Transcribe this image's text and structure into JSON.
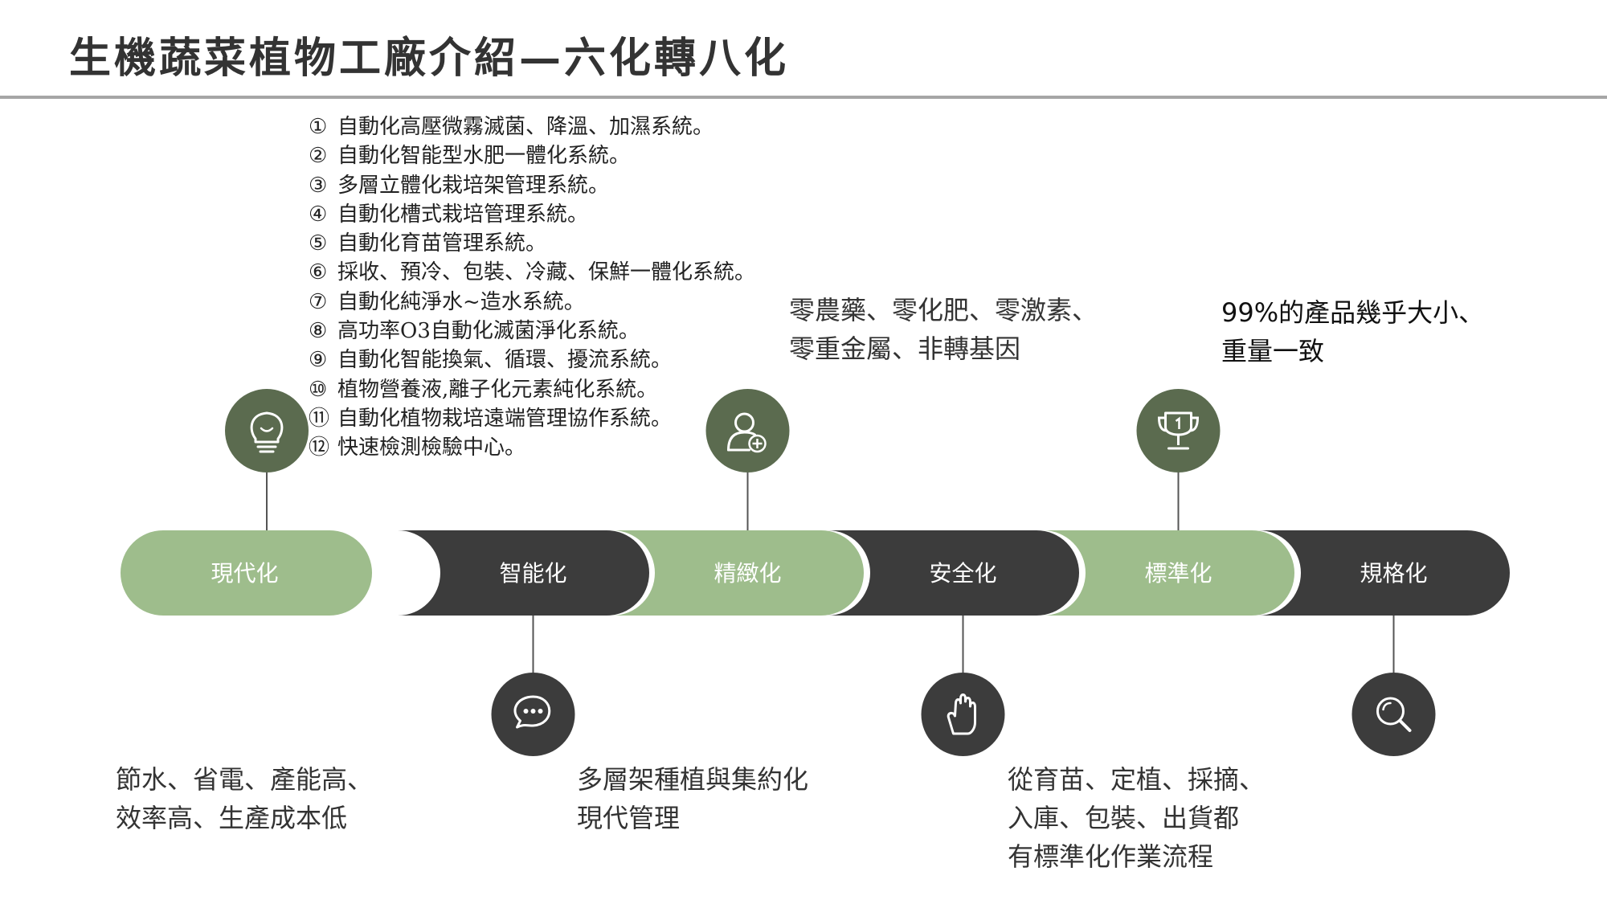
{
  "title": "生機蔬菜植物工廠介紹—六化轉八化",
  "features": [
    {
      "num": "①",
      "text": "自動化高壓微霧滅菌、降溫、加濕系統。"
    },
    {
      "num": "②",
      "text": "自動化智能型水肥一體化系統。"
    },
    {
      "num": "③",
      "text": "多層立體化栽培架管理系統。"
    },
    {
      "num": "④",
      "text": "自動化槽式栽培管理系統。"
    },
    {
      "num": "⑤",
      "text": "自動化育苗管理系統。"
    },
    {
      "num": "⑥",
      "text": "採收、預冷、包裝、冷藏、保鮮一體化系統。"
    },
    {
      "num": "⑦",
      "text": "自動化純淨水~造水系統。"
    },
    {
      "num": "⑧",
      "text": "高功率O3自動化滅菌淨化系統。"
    },
    {
      "num": "⑨",
      "text": "自動化智能換氣、循環、擾流系統。"
    },
    {
      "num": "⑩",
      "text": "植物營養液,離子化元素純化系統。"
    },
    {
      "num": "⑪",
      "text": "自動化植物栽培遠端管理協作系統。"
    },
    {
      "num": "⑫",
      "text": "快速檢測檢驗中心。"
    }
  ],
  "segments": [
    {
      "label": "現代化",
      "color": "#9ebd8c",
      "icon": "lightbulb-icon",
      "icon_side": "top"
    },
    {
      "label": "智能化",
      "color": "#3c3c3c",
      "icon": "chat-bubble-icon",
      "icon_side": "bottom"
    },
    {
      "label": "精緻化",
      "color": "#9ebd8c",
      "icon": "user-add-icon",
      "icon_side": "top"
    },
    {
      "label": "安全化",
      "color": "#3c3c3c",
      "icon": "raised-hand-icon",
      "icon_side": "bottom"
    },
    {
      "label": "標準化",
      "color": "#9ebd8c",
      "icon": "trophy-icon",
      "icon_side": "top"
    },
    {
      "label": "規格化",
      "color": "#3c3c3c",
      "icon": "search-icon",
      "icon_side": "bottom"
    }
  ],
  "colors": {
    "icon_circle": "#5b6b4f",
    "icon_circle_dark": "#3c3c3c",
    "connector": "#555555"
  },
  "notes": {
    "efficiency": {
      "line1": "節水、省電、產能高、",
      "line2": "效率高、生產成本低"
    },
    "multilayer": {
      "line1": "多層架種植與集約化",
      "line2": "現代管理"
    },
    "zero": {
      "line1": "零農藥、零化肥、零激素、",
      "line2": "零重金屬、非轉基因"
    },
    "uniform": {
      "line1": "99%的產品幾乎大小、",
      "line2": "重量一致"
    },
    "process": {
      "line1": "從育苗、定植、採摘、",
      "line2": "入庫、包裝、出貨都",
      "line3": "有標準化作業流程"
    }
  }
}
